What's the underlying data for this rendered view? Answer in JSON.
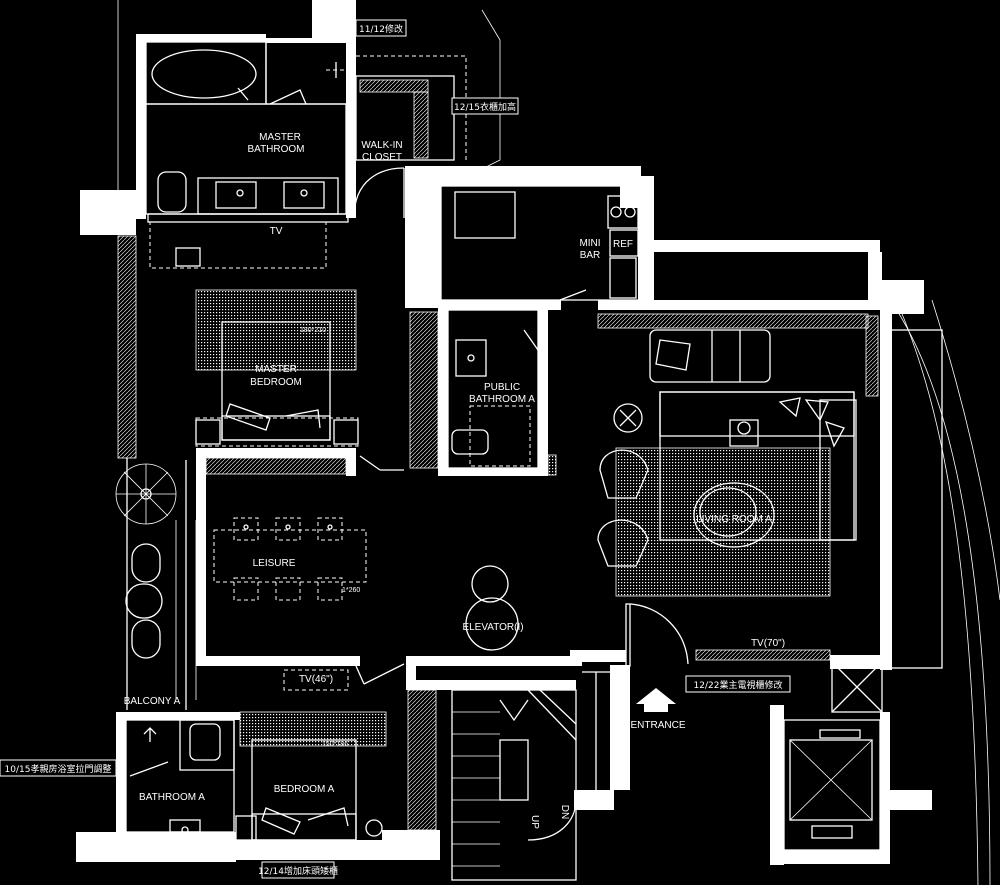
{
  "rooms": {
    "master_bathroom": [
      "MASTER",
      "BATHROOM"
    ],
    "walk_in_closet": [
      "WALK-IN",
      "CLOSET"
    ],
    "mini_bar": [
      "MINI",
      "BAR"
    ],
    "ref": "REF",
    "master_bedroom": [
      "MASTER",
      "BEDROOM"
    ],
    "public_bathroom": [
      "PUBLIC",
      "BATHROOM A"
    ],
    "living_room": "LIVING ROOM A",
    "leisure": "LEISURE",
    "elevator": "ELEVATOR(I)",
    "balcony": "BALCONY A",
    "bathroom_a": "BATHROOM A",
    "bedroom_a": "BEDROOM A",
    "entrance": "ENTRANCE"
  },
  "fixtures": {
    "tv_master": "TV",
    "tv_living": "TV(70\")",
    "tv_bedroom": "TV(46\")",
    "bed_master_size": "180*210",
    "bed_a_size": "150*186",
    "table_size": "1*260",
    "stair_up": "UP",
    "stair_down": "DN"
  },
  "notes": {
    "n1": "11/12修改",
    "n2": "12/15衣櫃加高",
    "n3": "10/15孝親房浴室拉門調整",
    "n4": "12/22業主電視櫃修改",
    "n5": "12/14增加床頭矮櫃"
  }
}
